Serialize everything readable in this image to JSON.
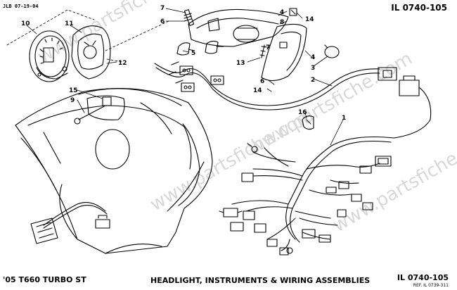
{
  "header": {
    "code": "JLB 07-19-04",
    "ref": "IL 0740-105"
  },
  "footer": {
    "model": "'05 T660 TURBO ST",
    "title": "HEADLIGHT, INSTRUMENTS & WIRING ASSEMBLIES",
    "ref": "IL 0740-105",
    "subref": "REF. IL 0739-311"
  },
  "watermark": "www.partsfiche.com",
  "callouts": [
    "10",
    "11",
    "12",
    "7",
    "6",
    "5",
    "4",
    "8",
    "14",
    "7",
    "13",
    "6",
    "14",
    "4",
    "3",
    "2",
    "15",
    "9",
    "16",
    "1"
  ],
  "colors": {
    "line": "#000000",
    "watermark": "#d8d8d8"
  }
}
